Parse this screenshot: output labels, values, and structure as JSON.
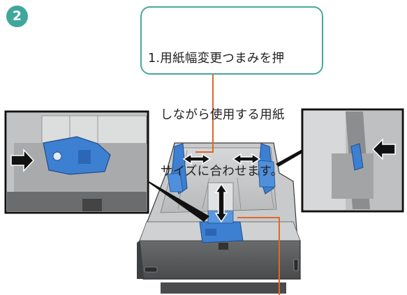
{
  "step": {
    "number": "2"
  },
  "callout": {
    "lines": [
      "1.用紙幅変更つまみを押",
      "　しながら使用する用紙",
      "　サイズに合わせます。"
    ]
  },
  "colors": {
    "accent_teal": "#48a89e",
    "leader_orange": "#e0672a",
    "tray_gray": "#5b5c5e",
    "guide_blue": "#3d7fd0",
    "arrow_black": "#111111"
  },
  "icons": [
    "push-arrow-icon",
    "double-arrow-icon",
    "latch-icon",
    "handle-icon"
  ]
}
